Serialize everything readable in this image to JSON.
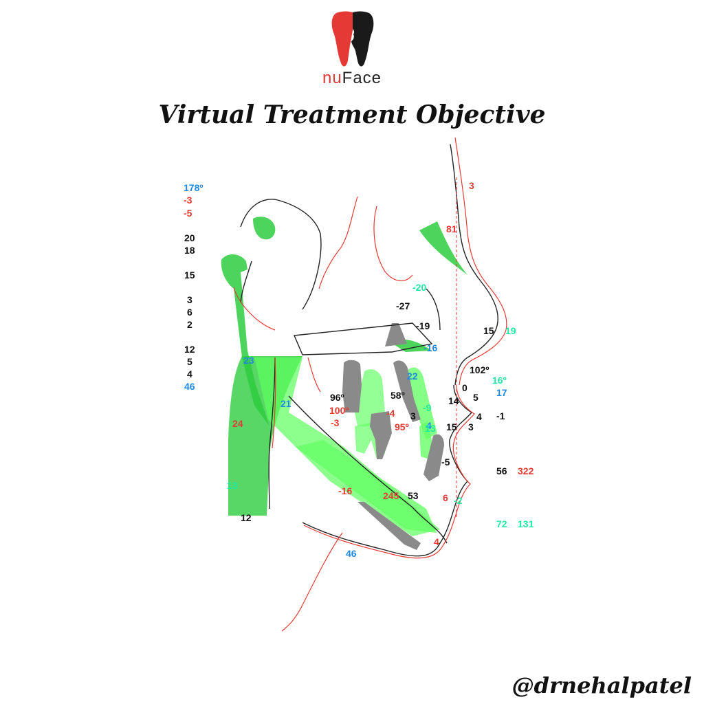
{
  "brand": {
    "logo_icon": "tooth-face-logo",
    "name_part1": "nu",
    "name_part2": "Face"
  },
  "title": "Virtual Treatment Objective",
  "handle": "@drnehalpatel",
  "colors": {
    "black": "#111111",
    "red": "#e53935",
    "blue": "#1e88e5",
    "teal": "#1de9a0",
    "green": "#2ecc40",
    "light_green": "#66ff66",
    "gray": "#8a8a8a"
  },
  "left_column": [
    {
      "text": "178º",
      "color": "blue"
    },
    {
      "text": "-3",
      "color": "red"
    },
    {
      "text": "-5",
      "color": "red"
    },
    {
      "text": "20",
      "color": "black"
    },
    {
      "text": "18",
      "color": "black"
    },
    {
      "text": "15",
      "color": "black"
    },
    {
      "text": "3",
      "color": "black"
    },
    {
      "text": "6",
      "color": "black"
    },
    {
      "text": "2",
      "color": "black"
    },
    {
      "text": "12",
      "color": "black"
    },
    {
      "text": "5",
      "color": "black"
    },
    {
      "text": "4",
      "color": "black"
    },
    {
      "text": "46",
      "color": "blue"
    }
  ],
  "diagram_labels": [
    {
      "text": "3",
      "color": "red"
    },
    {
      "text": "81",
      "color": "red"
    },
    {
      "text": "-20",
      "color": "teal"
    },
    {
      "text": "-27",
      "color": "black"
    },
    {
      "text": "-19",
      "color": "black"
    },
    {
      "text": "-16",
      "color": "blue"
    },
    {
      "text": "15",
      "color": "black"
    },
    {
      "text": "19",
      "color": "teal"
    },
    {
      "text": "22",
      "color": "blue"
    },
    {
      "text": "102º",
      "color": "black"
    },
    {
      "text": "16º",
      "color": "teal"
    },
    {
      "text": "0",
      "color": "black"
    },
    {
      "text": "17",
      "color": "blue"
    },
    {
      "text": "23",
      "color": "blue"
    },
    {
      "text": "96º",
      "color": "black"
    },
    {
      "text": "58º",
      "color": "black"
    },
    {
      "text": "14",
      "color": "black"
    },
    {
      "text": "5",
      "color": "black"
    },
    {
      "text": "21",
      "color": "blue"
    },
    {
      "text": "100º",
      "color": "red"
    },
    {
      "text": "-4",
      "color": "red"
    },
    {
      "text": "3",
      "color": "black"
    },
    {
      "text": "-9",
      "color": "teal"
    },
    {
      "text": "4",
      "color": "black"
    },
    {
      "text": "-1",
      "color": "black"
    },
    {
      "text": "-3",
      "color": "red"
    },
    {
      "text": "95º",
      "color": "red"
    },
    {
      "text": "4",
      "color": "blue"
    },
    {
      "text": "13",
      "color": "teal"
    },
    {
      "text": "15",
      "color": "black"
    },
    {
      "text": "3",
      "color": "black"
    },
    {
      "text": "24",
      "color": "red"
    },
    {
      "text": "-5",
      "color": "black"
    },
    {
      "text": "56",
      "color": "black"
    },
    {
      "text": "322",
      "color": "red"
    },
    {
      "text": "13",
      "color": "teal"
    },
    {
      "text": "-16",
      "color": "red"
    },
    {
      "text": "245",
      "color": "red"
    },
    {
      "text": "53",
      "color": "black"
    },
    {
      "text": "6",
      "color": "red"
    },
    {
      "text": "-2",
      "color": "teal"
    },
    {
      "text": "12",
      "color": "black"
    },
    {
      "text": "72",
      "color": "teal"
    },
    {
      "text": "131",
      "color": "teal"
    },
    {
      "text": "4",
      "color": "red"
    },
    {
      "text": "46",
      "color": "blue"
    }
  ]
}
